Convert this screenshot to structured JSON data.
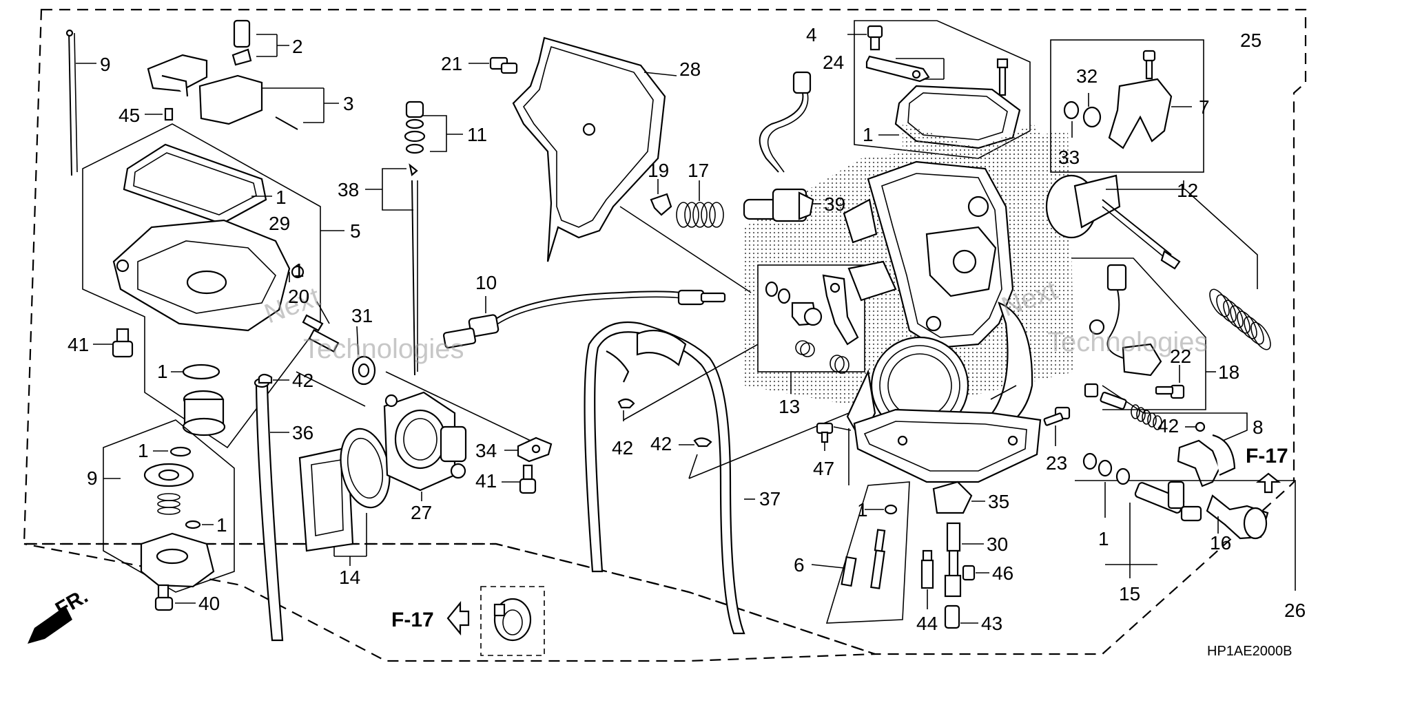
{
  "diagram": {
    "code": "HP1AE2000B",
    "arrow_front_label": "FR.",
    "ref_label": "F-17",
    "watermark_company": "Next",
    "watermark_text": "Technologies",
    "callouts": {
      "c1a": "1",
      "c1b": "1",
      "c1c": "1",
      "c1d": "1",
      "c1e": "1",
      "c1f": "1",
      "c1g": "1",
      "c1h": "1",
      "c2": "2",
      "c3": "3",
      "c4": "4",
      "c5": "5",
      "c6": "6",
      "c7": "7",
      "c8": "8",
      "c9a": "9",
      "c9b": "9",
      "c10": "10",
      "c11": "11",
      "c12": "12",
      "c13": "13",
      "c14": "14",
      "c15": "15",
      "c16": "16",
      "c17": "17",
      "c18": "18",
      "c19": "19",
      "c20": "20",
      "c21": "21",
      "c22": "22",
      "c23": "23",
      "c24": "24",
      "c25": "25",
      "c26": "26",
      "c27": "27",
      "c28": "28",
      "c29": "29",
      "c30": "30",
      "c31": "31",
      "c32": "32",
      "c33": "33",
      "c34": "34",
      "c35": "35",
      "c36": "36",
      "c37": "37",
      "c38": "38",
      "c39": "39",
      "c40": "40",
      "c41a": "41",
      "c41b": "41",
      "c42a": "42",
      "c42b": "42",
      "c42c": "42",
      "c42d": "42",
      "c43": "43",
      "c44": "44",
      "c45": "45",
      "c46": "46",
      "c47": "47"
    }
  }
}
